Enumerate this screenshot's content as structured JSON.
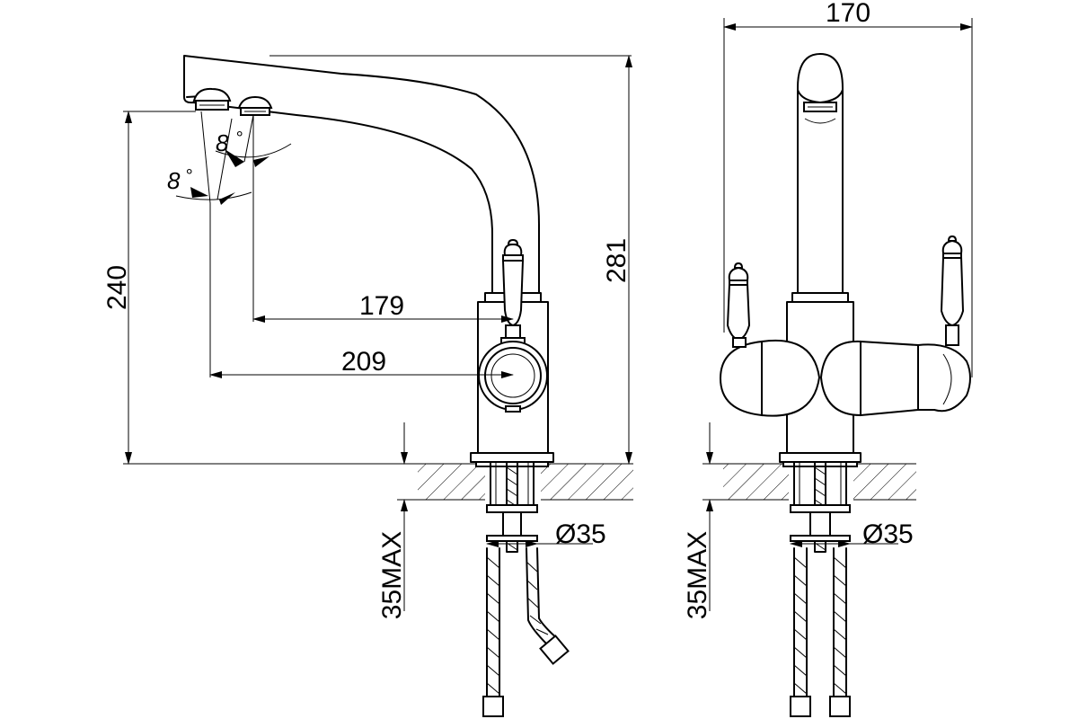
{
  "dimensions": {
    "width_total": "170",
    "height_total": "281",
    "height_outlet": "240",
    "reach_outlet_1": "179",
    "reach_outlet_2": "209",
    "hole_diameter_side": "Ø35",
    "hole_diameter_front": "Ø35",
    "counter_max_side": "35MAX",
    "counter_max_front": "35MAX",
    "angle_upper": "8",
    "angle_lower": "8",
    "degree_symbol": "°"
  }
}
